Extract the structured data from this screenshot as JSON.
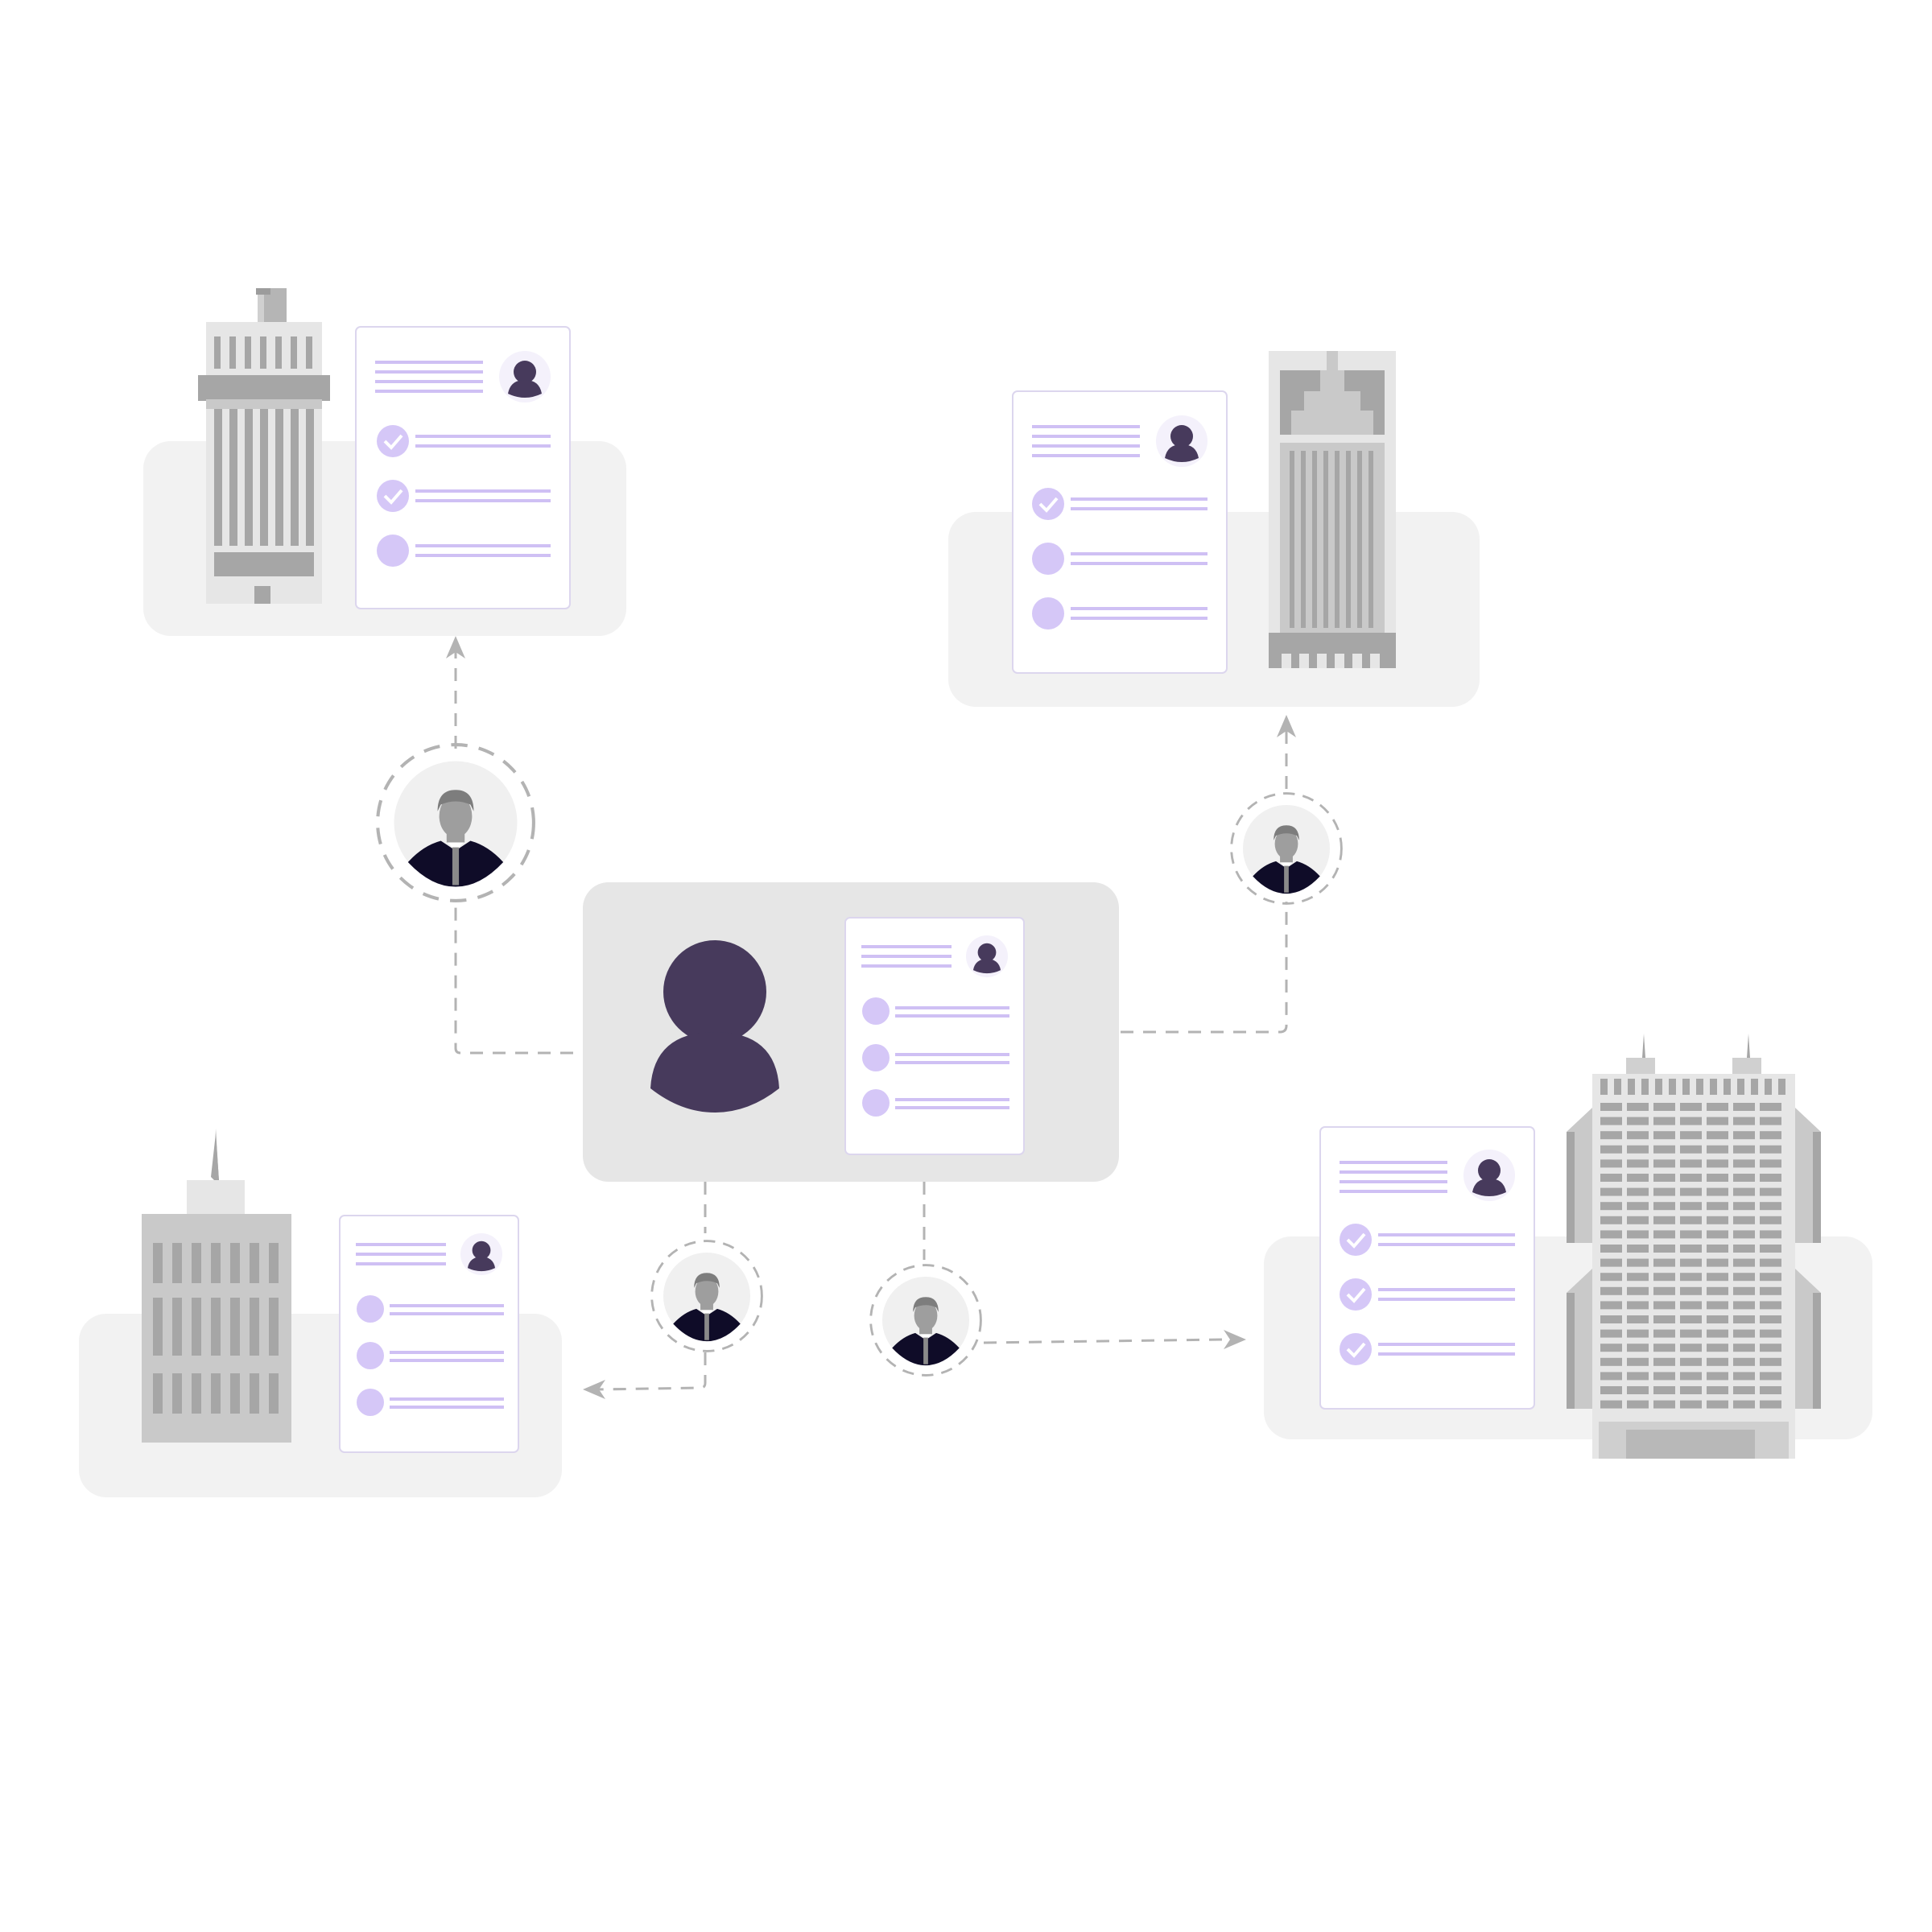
{
  "colors": {
    "background": "#ffffff",
    "panel": "#f2f2f2",
    "central_panel": "#e6e6e6",
    "card_border": "#dcd6ee",
    "accent": "#d5c7f7",
    "accent_line": "#cfc0f4",
    "check": "#ffffff",
    "person": "#473a5c",
    "avatar_bg": "#f4f1fb",
    "connector": "#b3b3b3",
    "building_light": "#e6e6e6",
    "building_mid": "#c9c9c9",
    "building_dark": "#a6a6a6",
    "suit": "#0f0c28",
    "face": "#9e9e9e",
    "hair": "#7d7d7d"
  },
  "diagram": {
    "central_node": "candidate-profile",
    "branches": [
      {
        "recruiter": "recruiter-top-left",
        "target": "company-top-left",
        "direction": "up",
        "checklist": [
          "checked",
          "checked",
          "unchecked"
        ]
      },
      {
        "recruiter": "recruiter-top-right",
        "target": "company-top-right",
        "direction": "up",
        "checklist": [
          "checked",
          "unchecked",
          "unchecked"
        ]
      },
      {
        "recruiter": "recruiter-bottom-left",
        "target": "company-bottom-left",
        "direction": "left",
        "checklist": [
          "unchecked",
          "unchecked",
          "unchecked"
        ]
      },
      {
        "recruiter": "recruiter-bottom-right",
        "target": "company-bottom-right",
        "direction": "right",
        "checklist": [
          "checked",
          "checked",
          "checked"
        ]
      }
    ],
    "central_checklist": [
      "unchecked",
      "unchecked",
      "unchecked"
    ]
  },
  "icons": [
    "user-avatar-icon",
    "checkmark-icon",
    "building-icon",
    "recruiter-avatar-icon",
    "arrow-icon"
  ]
}
